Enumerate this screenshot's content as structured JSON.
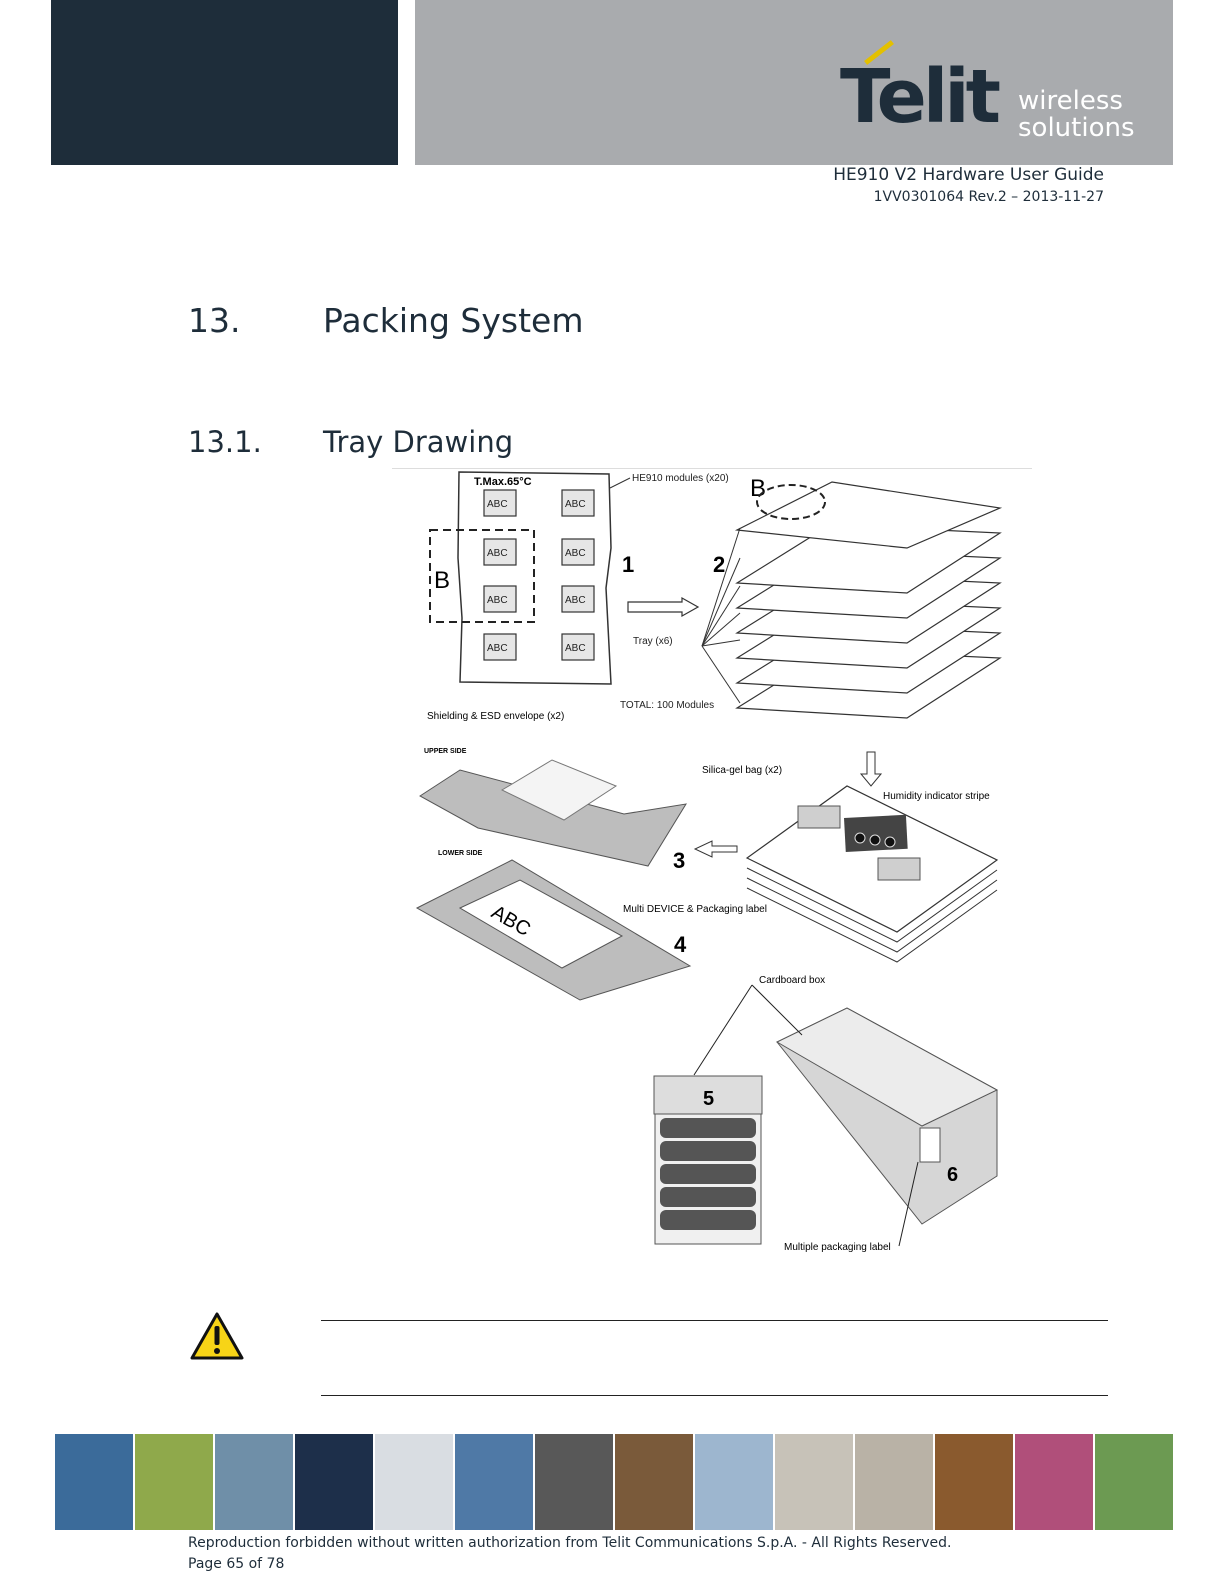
{
  "header": {
    "logo_text": "Telit",
    "logo_tagline_1": "wireless",
    "logo_tagline_2": "solutions",
    "doc_title": "HE910 V2 Hardware User Guide",
    "doc_revision": "1VV0301064 Rev.2 – 2013-11-27"
  },
  "section": {
    "number": "13.",
    "title": "Packing System"
  },
  "subsection": {
    "number": "13.1.",
    "title": "Tray Drawing"
  },
  "figure": {
    "tray_marking": "T.Max.65°C",
    "module_label": "ABC",
    "detail_letter": "B",
    "callouts": {
      "modules": "HE910 modules (x20)",
      "tray": "Tray (x6)",
      "total": "TOTAL: 100 Modules",
      "envelope": "Shielding & ESD envelope (x2)",
      "upper_side": "UPPER SIDE",
      "lower_side": "LOWER SIDE",
      "silica": "Silica-gel bag (x2)",
      "humidity": "Humidity indicator stripe",
      "label": "Multi DEVICE & Packaging label",
      "box": "Cardboard box",
      "multi_label": "Multiple packaging label"
    },
    "steps": [
      "1",
      "2",
      "3",
      "4",
      "5",
      "6"
    ]
  },
  "footer": {
    "copyright": "Reproduction forbidden without written authorization from Telit Communications S.p.A. - All Rights Reserved.",
    "page": "Page 65 of 78"
  },
  "colors": {
    "brand_dark": "#1e2d3a",
    "brand_gray": "#a9abae",
    "brand_yellow": "#e3c000"
  }
}
